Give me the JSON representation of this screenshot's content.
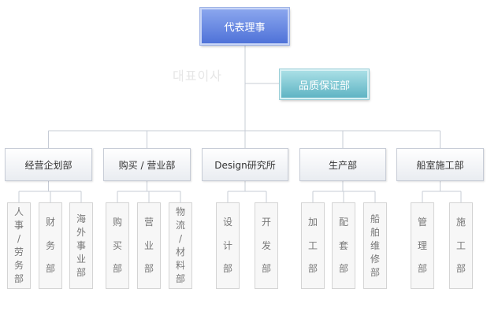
{
  "top": {
    "label": "代表理事"
  },
  "advisor": {
    "label": "品质保证部"
  },
  "watermark": "대표이사",
  "departments": [
    {
      "label": "经营企划部",
      "subs": [
        "人事/劳务部",
        "财务部",
        "海外事业部"
      ]
    },
    {
      "label": "购买 / 营业部",
      "subs": [
        "购买部",
        "营业部",
        "物流/材料部"
      ]
    },
    {
      "label": "Design研究所",
      "subs": [
        "设计部",
        "开发部"
      ]
    },
    {
      "label": "生产部",
      "subs": [
        "加工部",
        "配套部",
        "船舶维修部"
      ]
    },
    {
      "label": "船室施工部",
      "subs": [
        "管理部",
        "施工部"
      ]
    }
  ],
  "colors": {
    "line": "#c7ccd6",
    "top": "#5d7fdf",
    "advisor": "#6fbecb"
  }
}
